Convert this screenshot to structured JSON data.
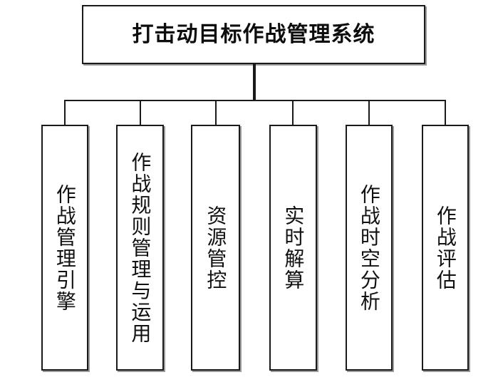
{
  "diagram": {
    "type": "org-tree",
    "orientation": "top-down",
    "root": {
      "label": "打击动目标作战管理系统"
    },
    "children": [
      {
        "label": "作战管理引擎"
      },
      {
        "label": "作战规则管理与运用"
      },
      {
        "label": "资源管控"
      },
      {
        "label": "实时解算"
      },
      {
        "label": "作战时空分析"
      },
      {
        "label": "作战评估"
      }
    ],
    "colors": {
      "background": "#ffffff",
      "box_fill": "#ffffff",
      "border": "#1a1a1a",
      "shadow": "#9a9a9a",
      "text": "#111111"
    }
  }
}
